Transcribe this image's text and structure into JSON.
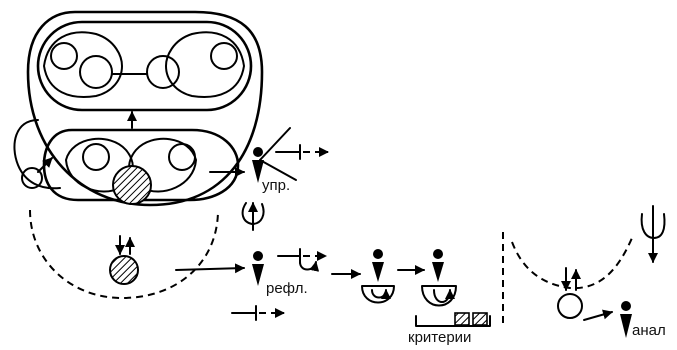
{
  "labels": {
    "upr": "упр.",
    "refl": "рефл.",
    "criteria": "критерии",
    "anal": "анал"
  },
  "colors": {
    "ink": "#000000",
    "background": "#ffffff"
  },
  "icons": {
    "hatched_circle": "hatched-circle-icon",
    "criteria_boxes": "hatched-squares-icon",
    "figure": "arrow-figure-icon"
  }
}
